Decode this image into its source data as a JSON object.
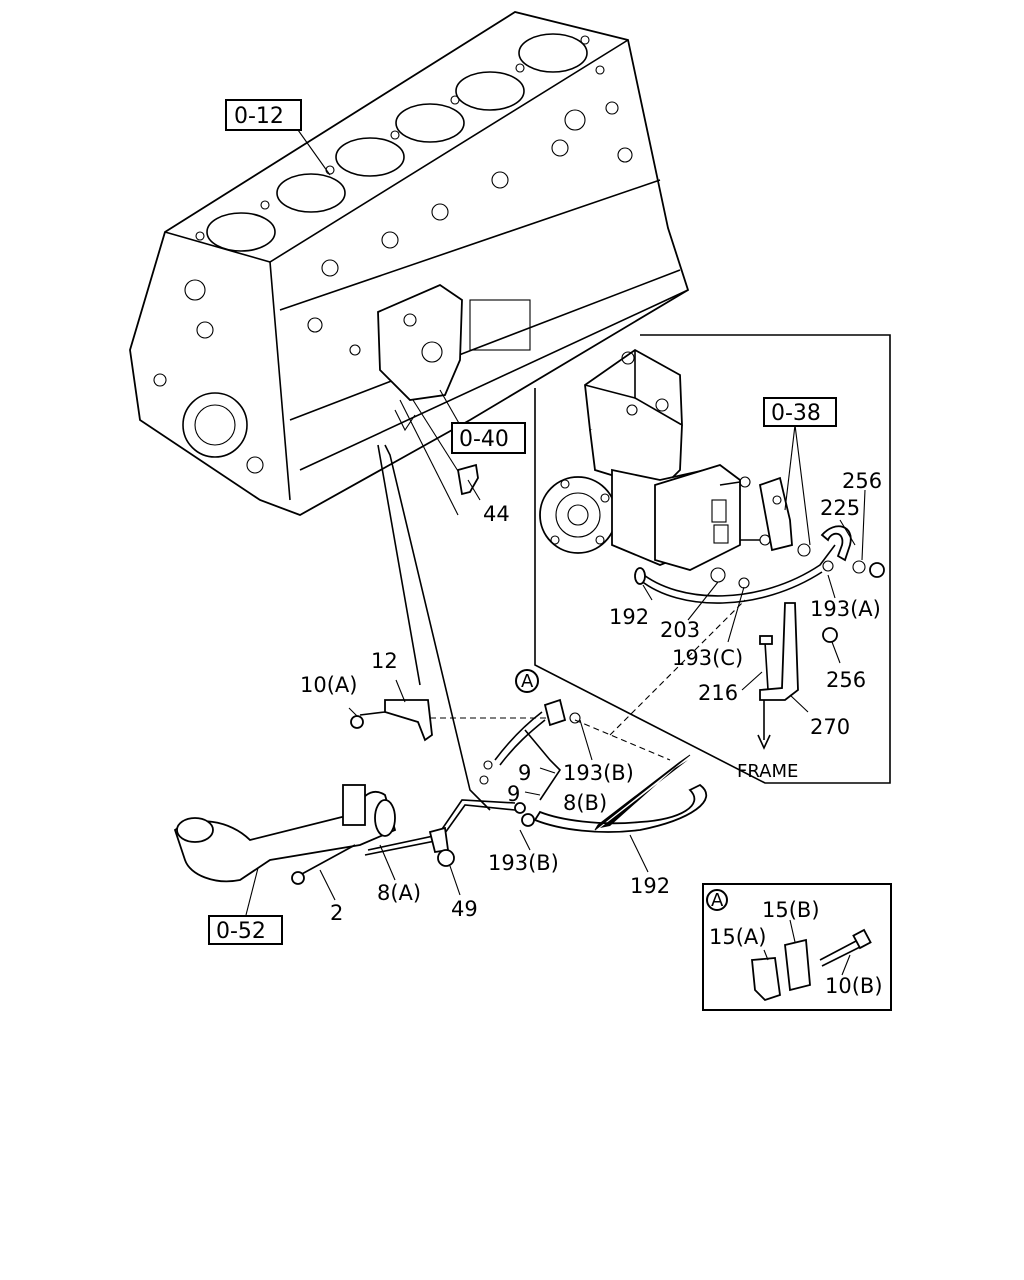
{
  "refs": {
    "block": "0-12",
    "oil_pump": "0-40",
    "compressor": "0-38",
    "oil_pan": "0-52"
  },
  "labels": {
    "p44": "44",
    "p256_top": "256",
    "p225": "225",
    "p192_top": "192",
    "p203": "203",
    "p193a": "193(A)",
    "p193c": "193(C)",
    "p256_mid": "256",
    "p216": "216",
    "p270": "270",
    "frame": "FRAME",
    "p12": "12",
    "p10a": "10(A)",
    "p9_top": "9",
    "p9_bot": "9",
    "p193b_top": "193(B)",
    "p8b": "8(B)",
    "p193b_bot": "193(B)",
    "p192_bot": "192",
    "p2": "2",
    "p8a": "8(A)",
    "p49": "49",
    "callout_a": "A",
    "inset_a": "A",
    "p15b": "15(B)",
    "p15a": "15(A)",
    "p10b": "10(B)"
  },
  "icons": [
    "engine-block-icon",
    "air-compressor-icon",
    "oil-pan-icon",
    "clip-icon",
    "bolt-icon",
    "nut-icon"
  ],
  "colors": {
    "line": "#000000",
    "background": "#ffffff"
  }
}
